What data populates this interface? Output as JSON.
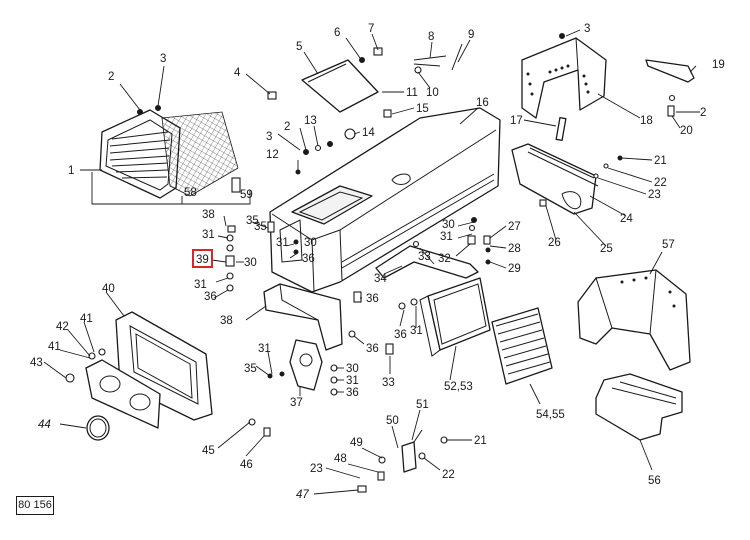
{
  "figure": {
    "reference_code": "80 156",
    "highlighted_label": "39",
    "highlight_color": "#d9262b",
    "line_color": "#1a1a1a"
  },
  "callouts": [
    {
      "id": "c1",
      "text": "1"
    },
    {
      "id": "c2a",
      "text": "2"
    },
    {
      "id": "c3a",
      "text": "3"
    },
    {
      "id": "c4",
      "text": "4"
    },
    {
      "id": "c5",
      "text": "5"
    },
    {
      "id": "c6",
      "text": "6"
    },
    {
      "id": "c7",
      "text": "7"
    },
    {
      "id": "c8",
      "text": "8"
    },
    {
      "id": "c9",
      "text": "9"
    },
    {
      "id": "c10",
      "text": "10"
    },
    {
      "id": "c11",
      "text": "11"
    },
    {
      "id": "c12",
      "text": "12"
    },
    {
      "id": "c13",
      "text": "13"
    },
    {
      "id": "c14",
      "text": "14"
    },
    {
      "id": "c15",
      "text": "15"
    },
    {
      "id": "c16",
      "text": "16"
    },
    {
      "id": "c17",
      "text": "17"
    },
    {
      "id": "c18",
      "text": "18"
    },
    {
      "id": "c19",
      "text": "19"
    },
    {
      "id": "c20",
      "text": "20"
    },
    {
      "id": "c2b",
      "text": "2"
    },
    {
      "id": "c3b",
      "text": "3"
    },
    {
      "id": "c2c",
      "text": "2"
    },
    {
      "id": "c3c",
      "text": "3"
    },
    {
      "id": "c21a",
      "text": "21"
    },
    {
      "id": "c22a",
      "text": "22"
    },
    {
      "id": "c23a",
      "text": "23"
    },
    {
      "id": "c24",
      "text": "24"
    },
    {
      "id": "c25",
      "text": "25"
    },
    {
      "id": "c26",
      "text": "26"
    },
    {
      "id": "c27",
      "text": "27"
    },
    {
      "id": "c28",
      "text": "28"
    },
    {
      "id": "c29",
      "text": "29"
    },
    {
      "id": "c30a",
      "text": "30"
    },
    {
      "id": "c31a",
      "text": "31"
    },
    {
      "id": "c32",
      "text": "32"
    },
    {
      "id": "c33a",
      "text": "33"
    },
    {
      "id": "c34",
      "text": "34"
    },
    {
      "id": "c35a",
      "text": "35"
    },
    {
      "id": "c31b",
      "text": "31"
    },
    {
      "id": "c30b",
      "text": "30"
    },
    {
      "id": "c36a",
      "text": "36"
    },
    {
      "id": "c38a",
      "text": "38"
    },
    {
      "id": "c31c",
      "text": "31"
    },
    {
      "id": "c30c",
      "text": "30"
    },
    {
      "id": "c31d",
      "text": "31"
    },
    {
      "id": "c36b",
      "text": "36"
    },
    {
      "id": "c58",
      "text": "58"
    },
    {
      "id": "c59",
      "text": "59"
    },
    {
      "id": "c38b",
      "text": "38"
    },
    {
      "id": "c36c",
      "text": "36"
    },
    {
      "id": "c36d",
      "text": "36"
    },
    {
      "id": "c36e",
      "text": "36"
    },
    {
      "id": "c31e",
      "text": "31"
    },
    {
      "id": "c33b",
      "text": "33"
    },
    {
      "id": "c5253",
      "text": "52,53"
    },
    {
      "id": "c5455",
      "text": "54,55"
    },
    {
      "id": "c57",
      "text": "57"
    },
    {
      "id": "c56",
      "text": "56"
    },
    {
      "id": "c40",
      "text": "40"
    },
    {
      "id": "c41a",
      "text": "41"
    },
    {
      "id": "c42",
      "text": "42"
    },
    {
      "id": "c41b",
      "text": "41"
    },
    {
      "id": "c43",
      "text": "43"
    },
    {
      "id": "c44",
      "text": "44"
    },
    {
      "id": "c45",
      "text": "45"
    },
    {
      "id": "c46",
      "text": "46"
    },
    {
      "id": "c31f",
      "text": "31"
    },
    {
      "id": "c35b",
      "text": "35"
    },
    {
      "id": "c37",
      "text": "37"
    },
    {
      "id": "c30d",
      "text": "30"
    },
    {
      "id": "c31g",
      "text": "31"
    },
    {
      "id": "c36f",
      "text": "36"
    },
    {
      "id": "c50",
      "text": "50"
    },
    {
      "id": "c51",
      "text": "51"
    },
    {
      "id": "c49",
      "text": "49"
    },
    {
      "id": "c48",
      "text": "48"
    },
    {
      "id": "c21b",
      "text": "21"
    },
    {
      "id": "c23b",
      "text": "23"
    },
    {
      "id": "c22b",
      "text": "22"
    },
    {
      "id": "c47",
      "text": "47"
    },
    {
      "id": "c35c",
      "text": "35"
    },
    {
      "id": "c39",
      "text": "39"
    }
  ]
}
